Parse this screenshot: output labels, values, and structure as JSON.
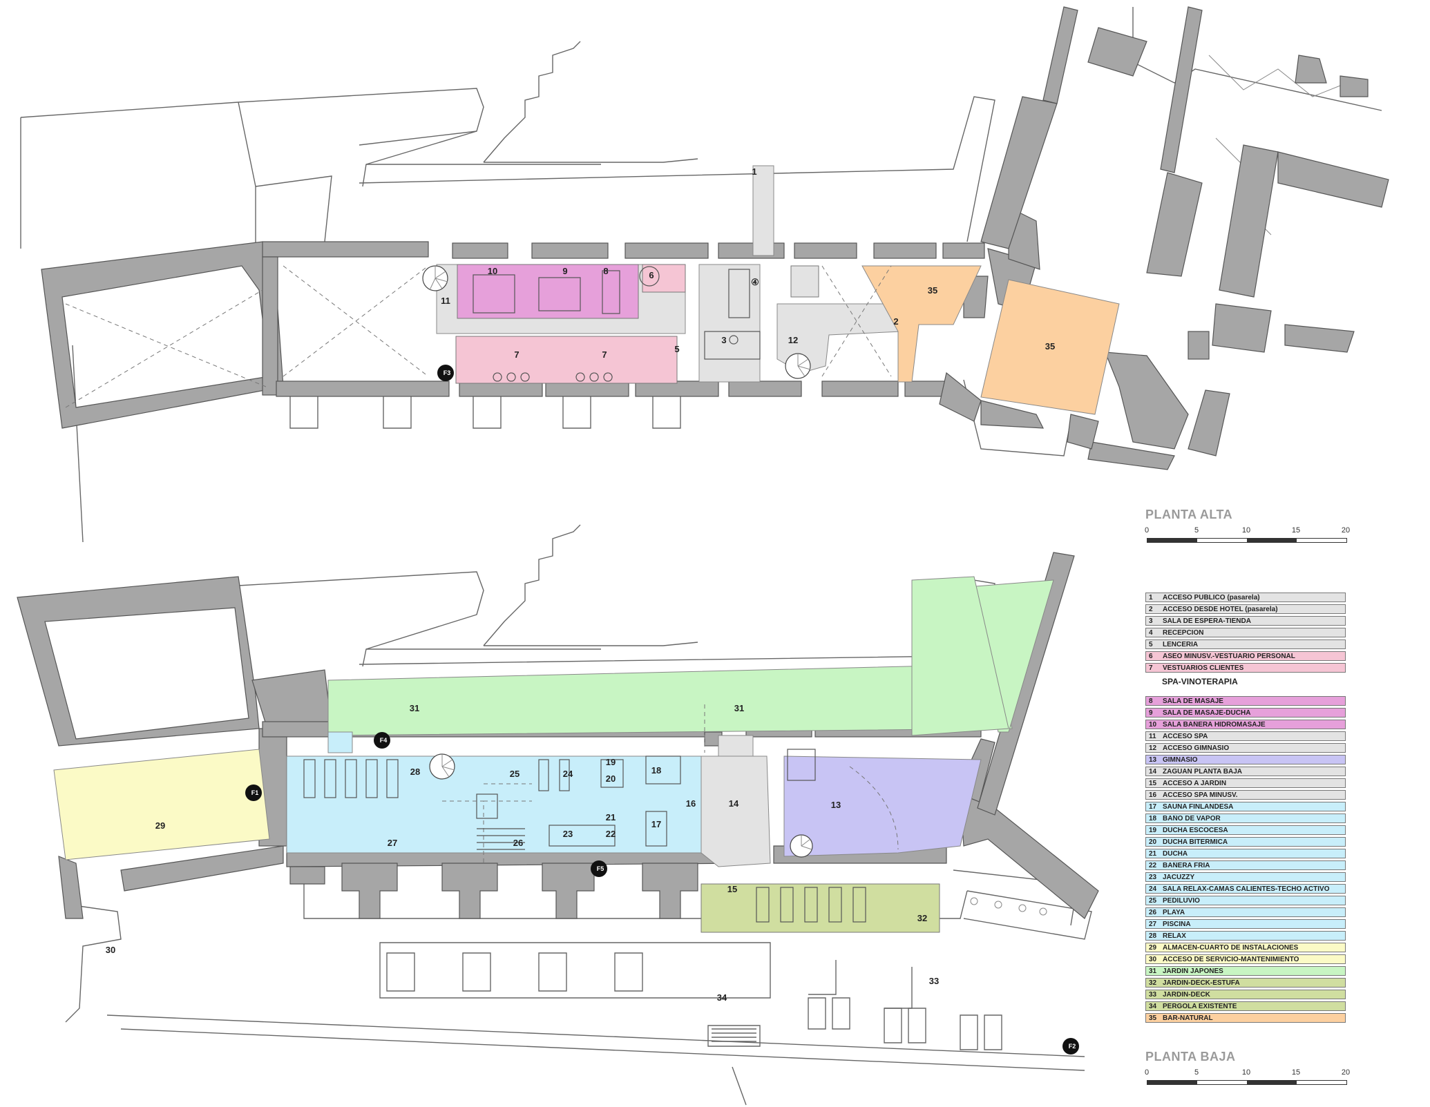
{
  "upper_plan": {
    "title": "PLANTA ALTA",
    "scale_ticks": [
      "0",
      "5",
      "10",
      "15",
      "20"
    ],
    "markers": [
      "F3"
    ]
  },
  "lower_plan": {
    "title": "PLANTA BAJA",
    "scale_ticks": [
      "0",
      "5",
      "10",
      "15",
      "20"
    ],
    "markers": [
      "F1",
      "F4",
      "F5",
      "F2"
    ]
  },
  "colors": {
    "gray": "#e3e3e3",
    "pink": "#f5c5d4",
    "magenta": "#e6a0da",
    "cyan": "#c8eefa",
    "lavender": "#c8c4f4",
    "light_green": "#c8f5c3",
    "olive": "#d0dea0",
    "yellow": "#fbfac6",
    "orange": "#fcd0a0",
    "wall": "#a6a6a6"
  },
  "legend": {
    "group_heading": "SPA-VINOTERAPIA",
    "items_a": [
      {
        "n": "1",
        "label": "ACCESO PUBLICO (pasarela)",
        "color": "#e3e3e3"
      },
      {
        "n": "2",
        "label": "ACCESO DESDE HOTEL (pasarela)",
        "color": "#e3e3e3"
      },
      {
        "n": "3",
        "label": "SALA DE ESPERA-TIENDA",
        "color": "#e3e3e3"
      },
      {
        "n": "4",
        "label": "RECEPCION",
        "color": "#e3e3e3"
      },
      {
        "n": "5",
        "label": "LENCERIA",
        "color": "#e3e3e3"
      },
      {
        "n": "6",
        "label": "ASEO MINUSV.-VESTUARIO PERSONAL",
        "color": "#f5c5d4"
      },
      {
        "n": "7",
        "label": "VESTUARIOS CLIENTES",
        "color": "#f5c5d4"
      }
    ],
    "items_b": [
      {
        "n": "8",
        "label": "SALA DE MASAJE",
        "color": "#e6a0da"
      },
      {
        "n": "9",
        "label": "SALA DE MASAJE-DUCHA",
        "color": "#e6a0da"
      },
      {
        "n": "10",
        "label": "SALA BAÑERA HIDROMASAJE",
        "color": "#e6a0da"
      },
      {
        "n": "11",
        "label": "ACCESO SPA",
        "color": "#e3e3e3"
      },
      {
        "n": "12",
        "label": "ACCESO GIMNASIO",
        "color": "#e3e3e3"
      },
      {
        "n": "13",
        "label": "GIMNASIO",
        "color": "#c8c4f4"
      },
      {
        "n": "14",
        "label": "ZAGUAN PLANTA BAJA",
        "color": "#e3e3e3"
      },
      {
        "n": "15",
        "label": "ACCESO A JARDIN",
        "color": "#e3e3e3"
      },
      {
        "n": "16",
        "label": "ACCESO SPA MINUSV.",
        "color": "#e3e3e3"
      },
      {
        "n": "17",
        "label": "SAUNA FINLANDESA",
        "color": "#c8eefa"
      },
      {
        "n": "18",
        "label": "BAÑO DE VAPOR",
        "color": "#c8eefa"
      },
      {
        "n": "19",
        "label": "DUCHA ESCOCESA",
        "color": "#c8eefa"
      },
      {
        "n": "20",
        "label": "DUCHA BITERMICA",
        "color": "#c8eefa"
      },
      {
        "n": "21",
        "label": "DUCHA",
        "color": "#c8eefa"
      },
      {
        "n": "22",
        "label": "BAÑERA FRIA",
        "color": "#c8eefa"
      },
      {
        "n": "23",
        "label": "JACUZZY",
        "color": "#c8eefa"
      },
      {
        "n": "24",
        "label": "SALA RELAX-CAMAS CALIENTES-TECHO ACTIVO",
        "color": "#c8eefa"
      },
      {
        "n": "25",
        "label": "PEDILUVIO",
        "color": "#c8eefa"
      },
      {
        "n": "26",
        "label": "PLAYA",
        "color": "#c8eefa"
      },
      {
        "n": "27",
        "label": "PISCINA",
        "color": "#c8eefa"
      },
      {
        "n": "28",
        "label": "RELAX",
        "color": "#c8eefa"
      },
      {
        "n": "29",
        "label": "ALMACEN-CUARTO DE INSTALACIONES",
        "color": "#fbfac6"
      },
      {
        "n": "30",
        "label": "ACCESO DE SERVICIO-MANTENIMIENTO",
        "color": "#fbfac6"
      },
      {
        "n": "31",
        "label": "JARDIN JAPONES",
        "color": "#c8f5c3"
      },
      {
        "n": "32",
        "label": "JARDIN-DECK-ESTUFA",
        "color": "#d0dea0"
      },
      {
        "n": "33",
        "label": "JARDIN-DECK",
        "color": "#d0dea0"
      },
      {
        "n": "34",
        "label": "PERGOLA EXISTENTE",
        "color": "#d0dea0"
      },
      {
        "n": "35",
        "label": "BAR-NATURAL",
        "color": "#fcd0a0"
      }
    ]
  },
  "upper_labels": [
    "1",
    "2",
    "3",
    "④",
    "5",
    "6",
    "7",
    "7",
    "8",
    "9",
    "10",
    "11",
    "12",
    "35",
    "35"
  ],
  "lower_labels": [
    "13",
    "14",
    "15",
    "16",
    "17",
    "18",
    "19",
    "20",
    "21",
    "22",
    "23",
    "24",
    "25",
    "26",
    "27",
    "28",
    "29",
    "30",
    "31",
    "31",
    "32",
    "33",
    "34"
  ]
}
